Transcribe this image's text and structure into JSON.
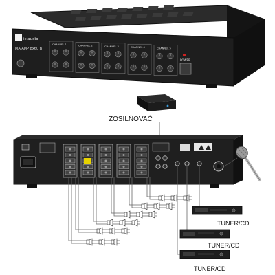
{
  "colors": {
    "chassis": "#1a1a1a",
    "panel": "#262626",
    "wire": "#555555",
    "accent": "#e8e8e8"
  },
  "front_unit": {
    "brand": "ic audio",
    "model": "MA-AMP 8x60 B",
    "power_label": "POWER",
    "channels": [
      {
        "label": "CHANNEL 1"
      },
      {
        "label": "CHANNEL 2"
      },
      {
        "label": "CHANNEL 3"
      },
      {
        "label": "CHANNEL 4"
      },
      {
        "label": "CHANNEL 5"
      }
    ]
  },
  "amplifier_label": "ZOSILŇOVAČ",
  "tuners": [
    {
      "label": "TUNER/CD"
    },
    {
      "label": "TUNER/CD"
    },
    {
      "label": "TUNER/CD"
    }
  ],
  "icons": {
    "front": "amplifier-front-panel",
    "rear": "amplifier-rear-panel",
    "small_amp": "small-amplifier-icon",
    "mic": "microphone-icon",
    "speaker": "speaker-icon"
  }
}
